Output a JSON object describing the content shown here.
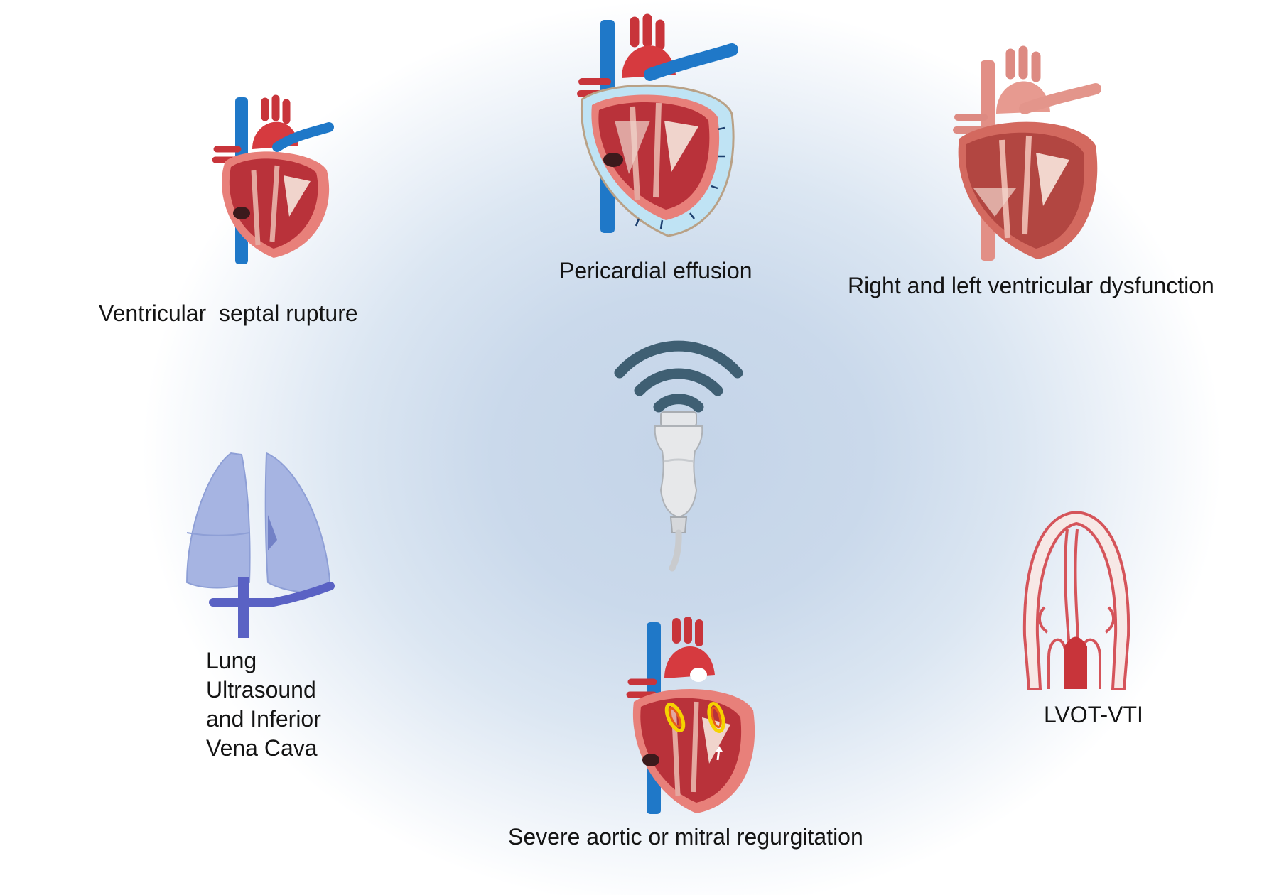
{
  "center": {
    "icon": "ultrasound-probe-icon"
  },
  "nodes": {
    "vsr": {
      "label": "Ventricular  septal rupture",
      "icon": "heart-icon"
    },
    "pe": {
      "label": "Pericardial effusion",
      "icon": "heart-effusion-icon"
    },
    "rlvd": {
      "label": "Right and left ventricular dysfunction",
      "icon": "heart-pale-icon"
    },
    "lung": {
      "lines": [
        "Lung",
        "Ultrasound",
        "and Inferior",
        "Vena Cava"
      ],
      "icon": "lungs-ivc-icon"
    },
    "regurg": {
      "label": "Severe aortic or mitral regurgitation",
      "icon": "heart-regurgitation-icon"
    },
    "lvot": {
      "label": "LVOT-VTI",
      "icon": "lvot-outline-icon"
    }
  },
  "colors": {
    "heart_dark": "#a92b33",
    "heart_mid": "#d94a4c",
    "heart_light": "#e98a84",
    "vein_blue": "#1f78c8",
    "effusion": "#bfe3f4",
    "probe_waves": "#3f5f73",
    "lung": "#a6b4e2",
    "ivc": "#5a62c4"
  }
}
